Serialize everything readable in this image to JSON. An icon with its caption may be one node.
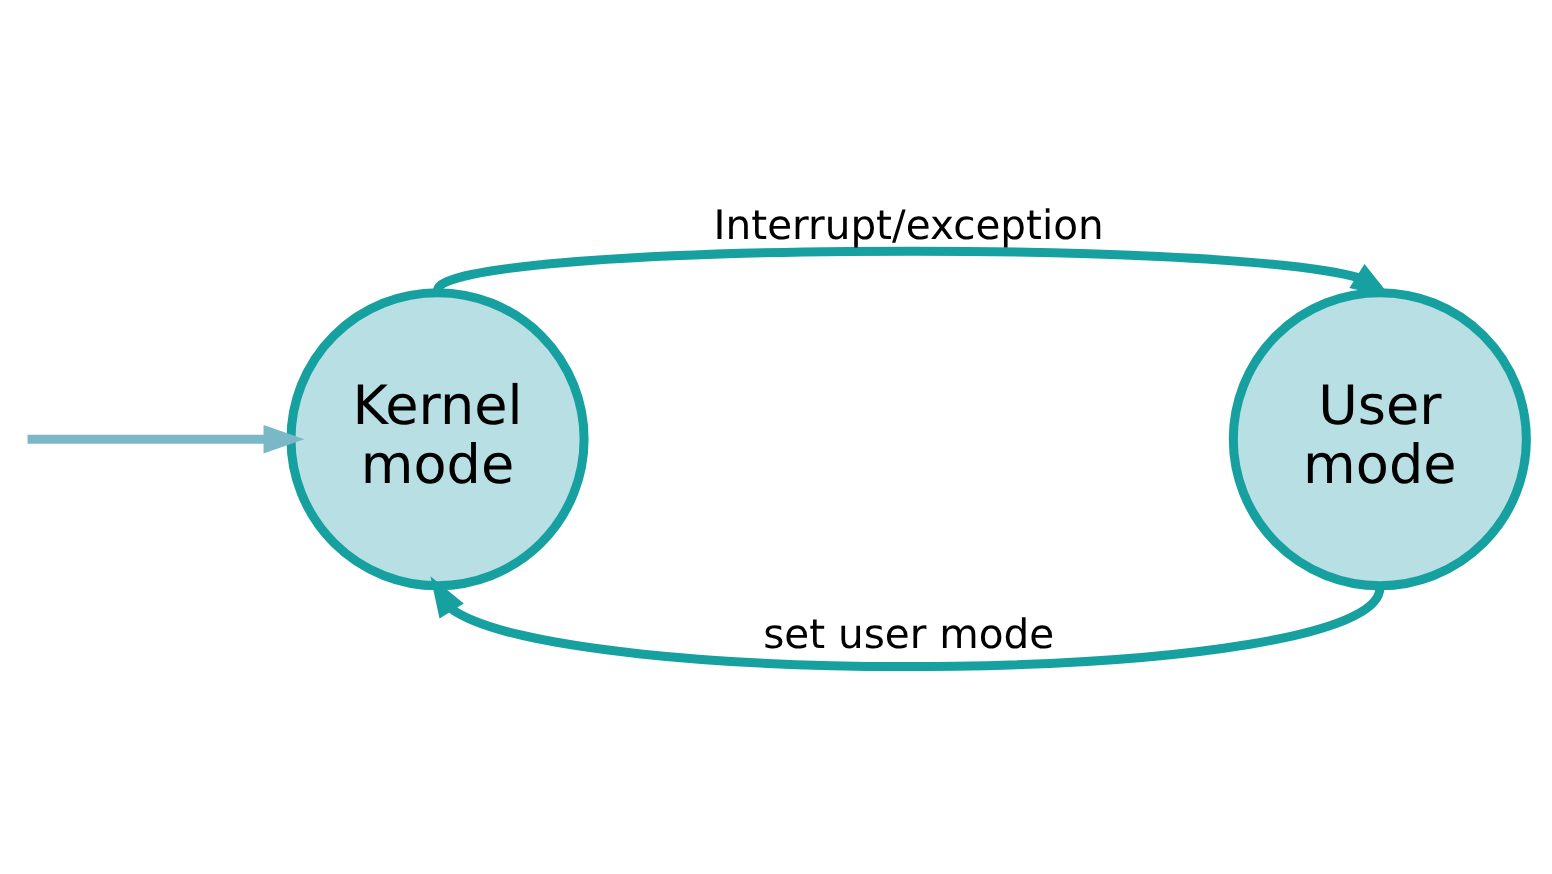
{
  "diagram": {
    "nodes": [
      {
        "text": [
          "Kernel mode"
        ]
      },
      {
        "text": [
          "User mode"
        ]
      }
    ],
    "edges": [
      {
        "from": 0,
        "to": 1,
        "arrow": "to",
        "label": "Interrupt/exception"
      },
      {
        "from": 1,
        "to": 0,
        "arrow": "to",
        "label": "set user mode"
      },
      {
        "from": null,
        "to": 0,
        "arrow": "to",
        "color": "#7ab8c8"
      }
    ]
  }
}
